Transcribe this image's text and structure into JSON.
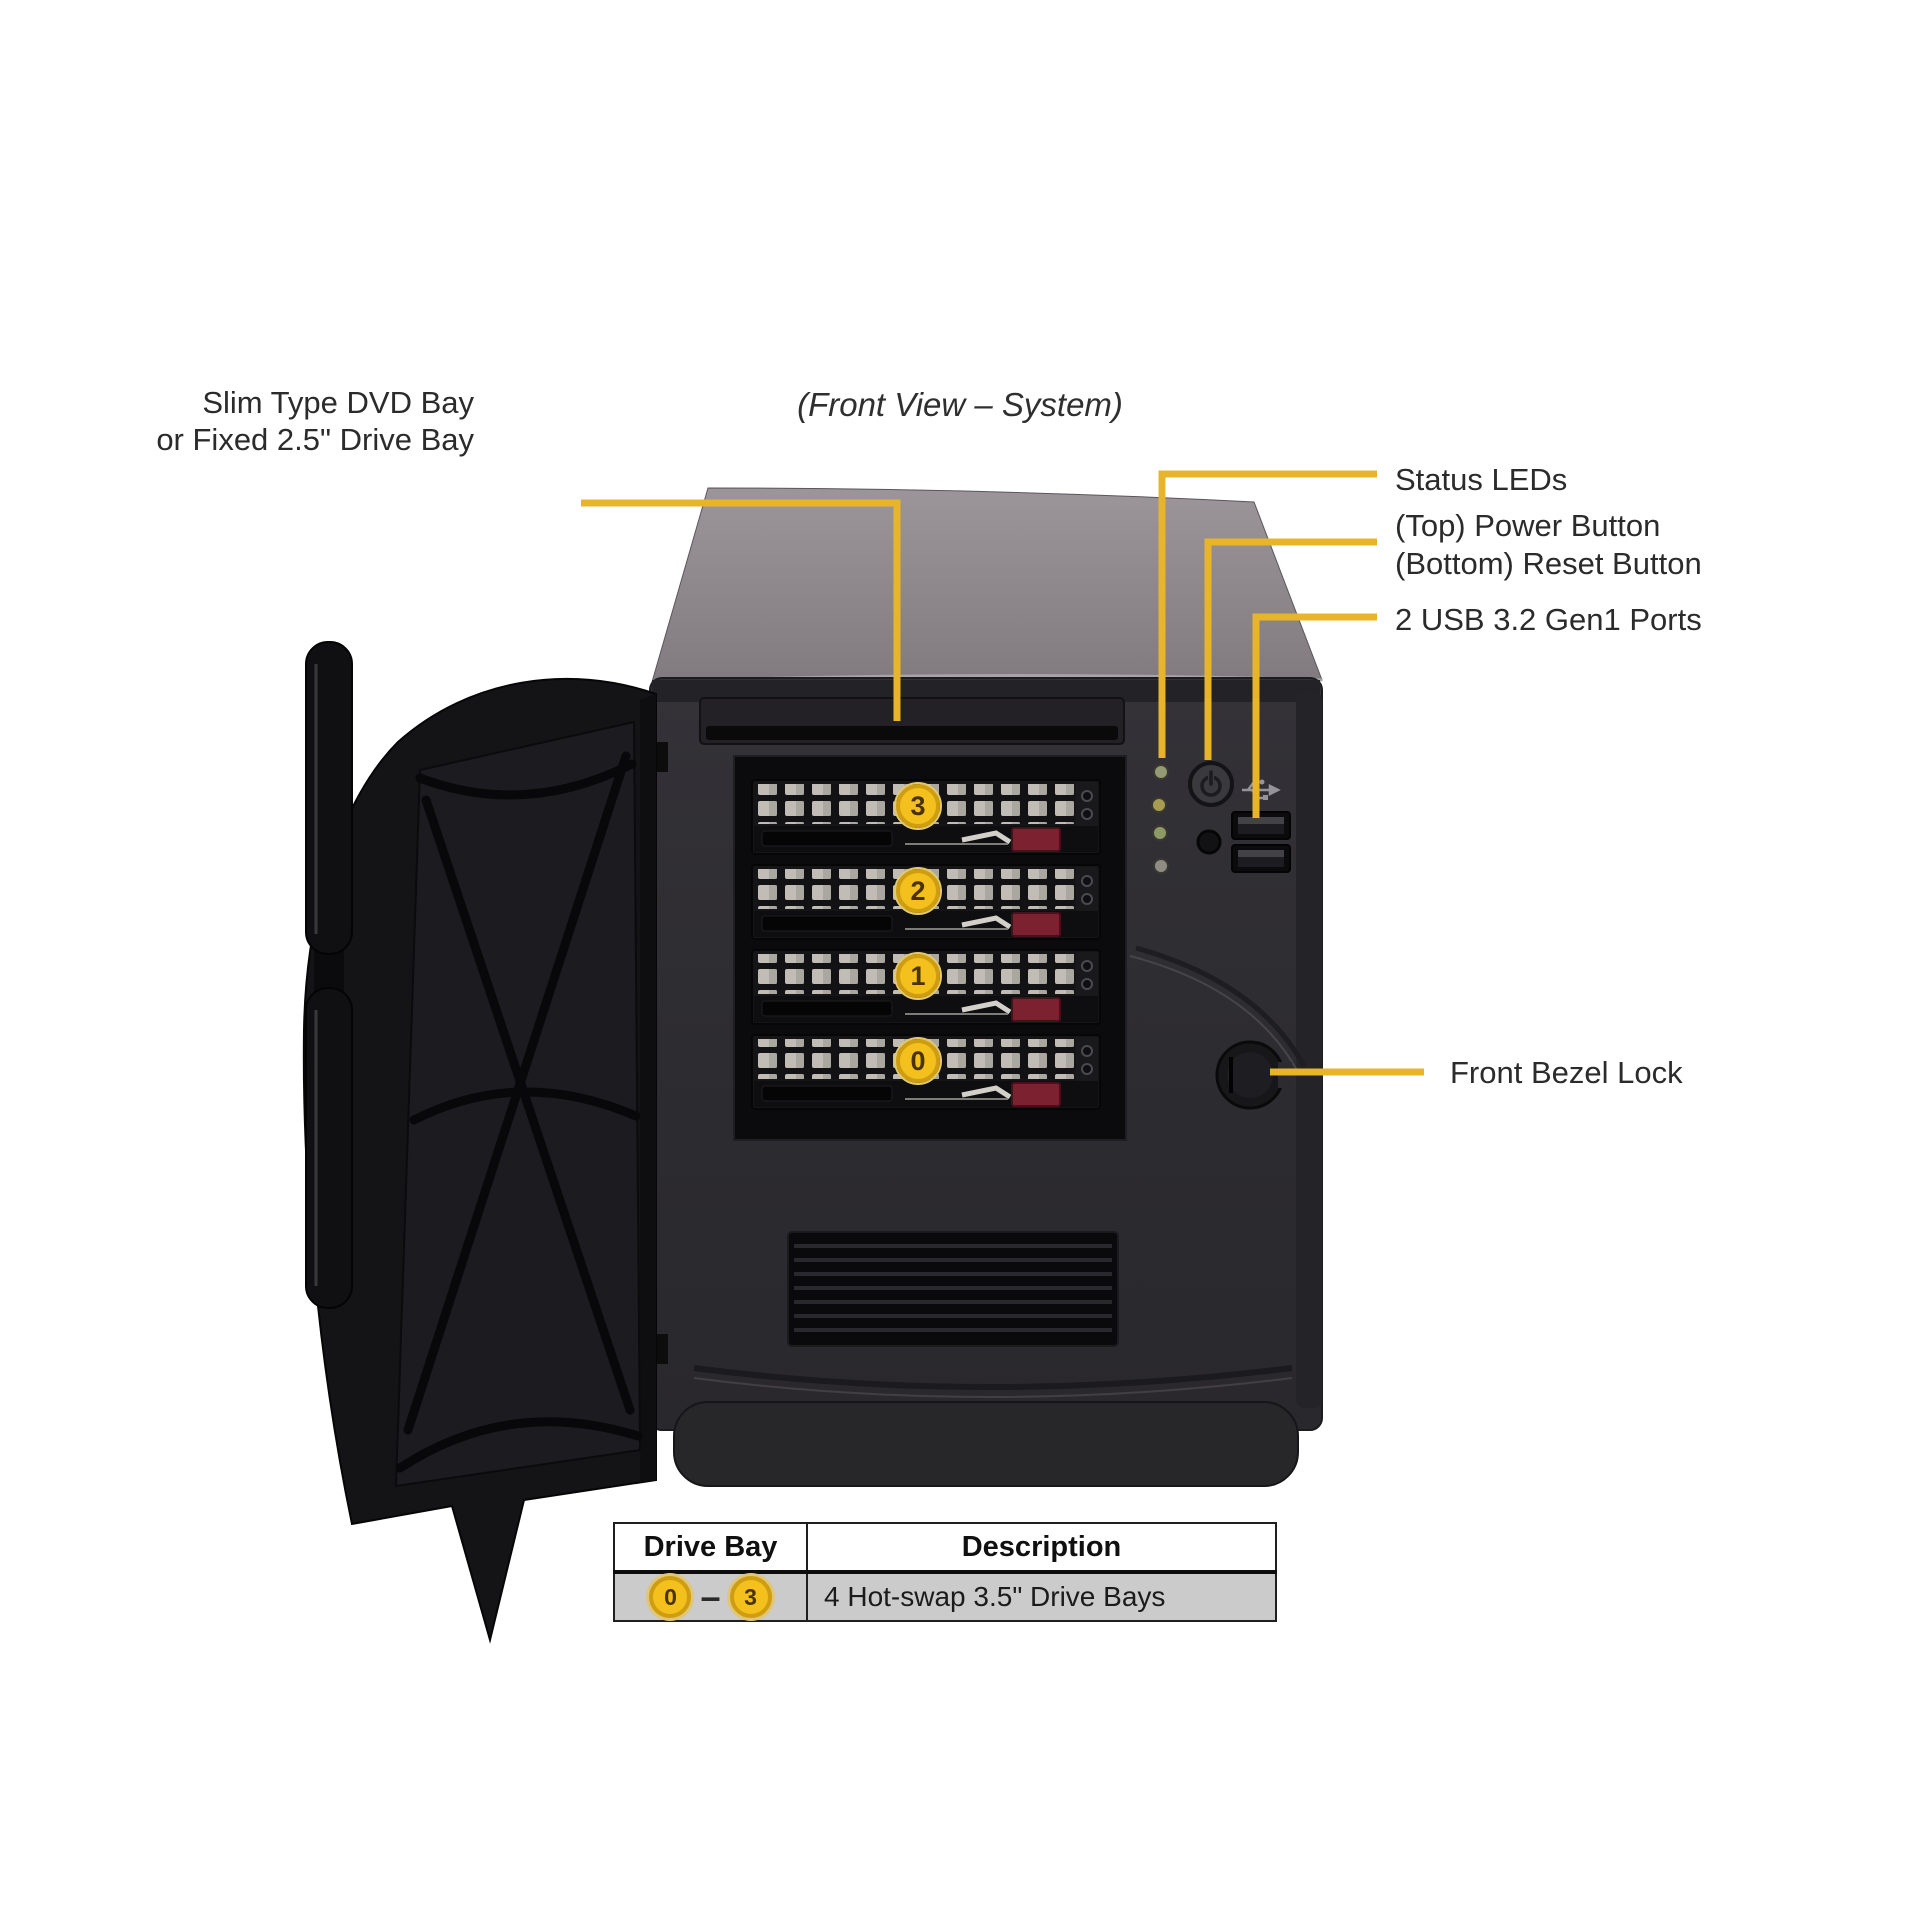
{
  "title": "(Front View – System)",
  "colors": {
    "callout_line": "#E8B42A",
    "badge_fill": "#F3C01D",
    "badge_ring": "#CF9D10",
    "badge_number": "#4A3300",
    "table_row_bg": "#CBCBCB",
    "label_text": "#2B2B2B"
  },
  "labels": {
    "dvd_line1": "Slim Type DVD Bay",
    "dvd_line2": "or Fixed 2.5\" Drive Bay",
    "status_leds": "Status LEDs",
    "power_top": "(Top) Power Button",
    "power_bottom": "(Bottom) Reset Button",
    "usb": "2 USB 3.2 Gen1 Ports",
    "bezel_lock": "Front Bezel Lock"
  },
  "drive_bays": {
    "badges": [
      "3",
      "2",
      "1",
      "0"
    ]
  },
  "icons": {
    "power_button": "power-symbol",
    "usb_ports": "usb-trident",
    "status_leds": "led-dots"
  },
  "table": {
    "headers": [
      "Drive Bay",
      "Description"
    ],
    "row": {
      "bay_start": "0",
      "range_separator": "–",
      "bay_end": "3",
      "description": "4 Hot-swap 3.5\" Drive Bays"
    }
  }
}
